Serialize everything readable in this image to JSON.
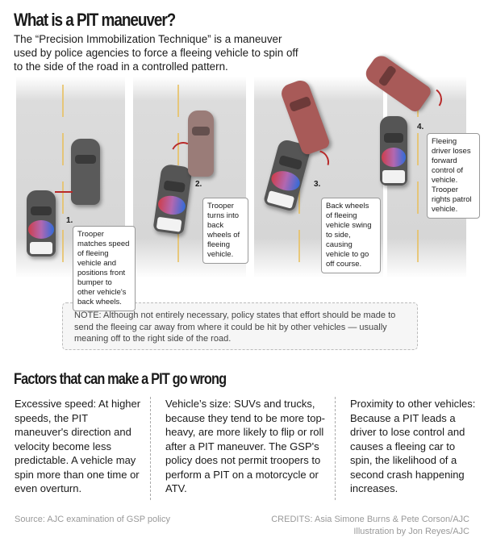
{
  "header": {
    "title": "What is a PIT maneuver?",
    "intro": "The “Precision Immobilization Technique” is a maneuver used by police agencies to force a fleeing vehicle to spin off to the side of the road in a controlled pattern."
  },
  "steps": [
    {
      "number": "1.",
      "caption": "Trooper matches speed of fleeing vehicle and positions front bumper to other vehicle's back wheels."
    },
    {
      "number": "2.",
      "caption": "Trooper turns into back wheels of fleeing vehicle."
    },
    {
      "number": "3.",
      "caption": "Back wheels of fleeing vehicle swing to side, causing vehicle to go off course."
    },
    {
      "number": "4.",
      "caption": "Fleeing driver loses forward control of vehicle. Trooper rights patrol vehicle."
    }
  ],
  "note": "NOTE: Although not entirely necessary, policy states that effort should be made to send the fleeing car away from where it could be hit by other vehicles — usually meaning off to the right side of the road.",
  "factors": {
    "title": "Factors that can make a PIT go wrong",
    "items": [
      "Excessive speed: At higher speeds, the PIT maneuver's direction and velocity become less predictable. A vehicle may spin more than one time or even overturn.",
      "Vehicle’s size: SUVs and trucks, because they tend to be more top-heavy, are more likely to flip or roll after a PIT maneuver. The GSP's policy does not permit troopers to perform a PIT on a motorcycle or ATV.",
      "Proximity to other vehicles: Because a PIT leads a driver to lose control and causes a fleeing car to spin, the likelihood of a second crash happening increases."
    ]
  },
  "footer": {
    "source": "Source: AJC examination of GSP policy",
    "credits": "CREDITS: Asia Simone Burns & Pete Corson/AJC",
    "illustration": "Illustration by Jon Reyes/AJC"
  },
  "colors": {
    "fleeing_gray": "#5a5a5a",
    "fleeing_pink": "#9a7c78",
    "fleeing_red": "#a85a58",
    "arrow": "#b82a2a"
  }
}
